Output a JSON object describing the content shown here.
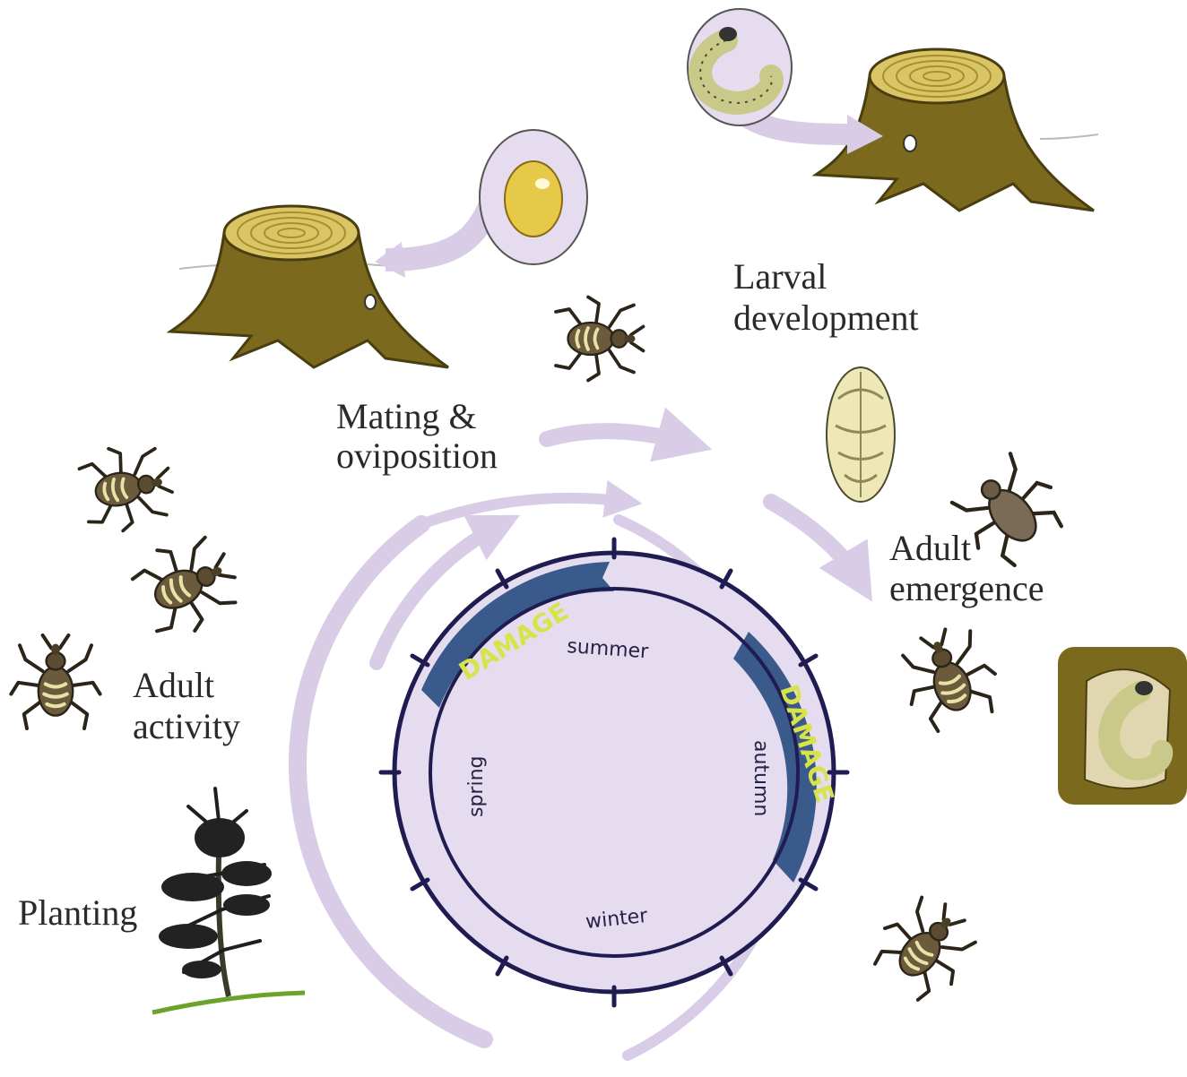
{
  "labels": {
    "mating_line1": "Mating &",
    "mating_line2": "oviposition",
    "larval_line1": "Larval",
    "larval_line2": "development",
    "emergence_line1": "Adult",
    "emergence_line2": "emergence",
    "activity_line1": "Adult",
    "activity_line2": "activity",
    "planting": "Planting"
  },
  "seasons": {
    "summer": "summer",
    "autumn": "autumn",
    "winter": "winter",
    "spring": "spring"
  },
  "damage": {
    "label_1": "DAMAGE",
    "label_2": "DAMAGE"
  },
  "colors": {
    "cycle_fill": "#e6dcef",
    "cycle_arrow": "#d9cce6",
    "ring_stroke": "#1f1c52",
    "damage_band": "#3a5a8c",
    "damage_text": "#d7e34a",
    "stump": "#7b6a1e",
    "weevil_body": "#6b5a3c",
    "weevil_marking": "#e6e2a8"
  },
  "icons": [
    "stump-icon",
    "egg-icon",
    "larva-icon",
    "pupa-icon",
    "weevil-icon",
    "seedling-icon",
    "pupal-cell-icon"
  ]
}
